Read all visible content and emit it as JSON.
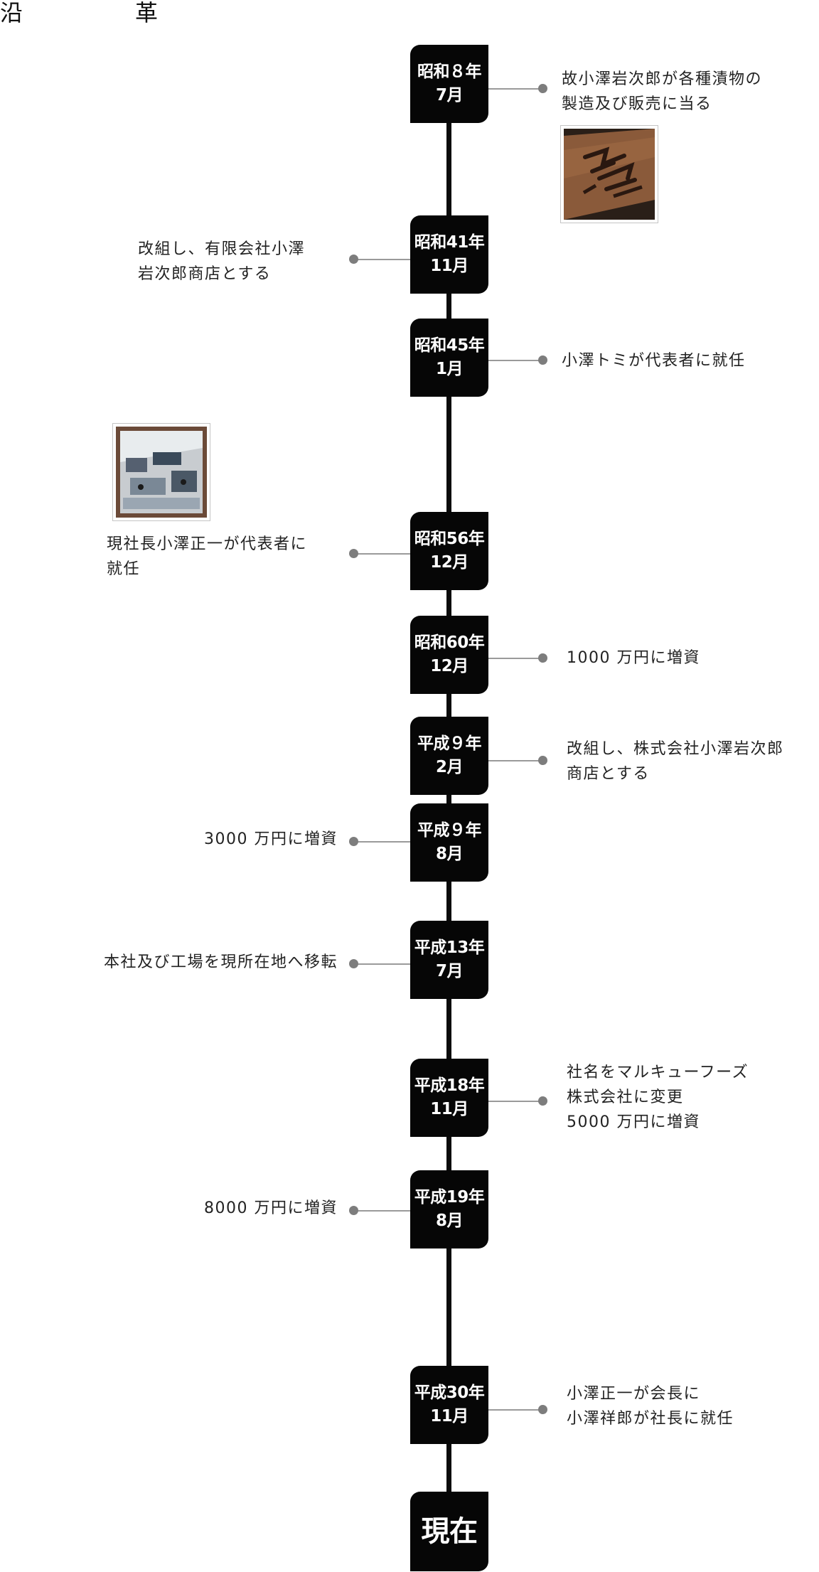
{
  "title": {
    "char1": "沿",
    "char2": "革"
  },
  "entries": [
    {
      "date_line1": "昭和８年",
      "date_line2": "7月",
      "lines": [
        "故小澤岩次郎が各種漬物の",
        "製造及び販売に当る"
      ],
      "side": "right"
    },
    {
      "date_line1": "昭和41年",
      "date_line2": "11月",
      "lines": [
        "改組し、有限会社小澤",
        "岩次郎商店とする"
      ],
      "side": "left"
    },
    {
      "date_line1": "昭和45年",
      "date_line2": "1月",
      "lines": [
        "小澤トミが代表者に就任"
      ],
      "side": "right"
    },
    {
      "date_line1": "昭和56年",
      "date_line2": "12月",
      "lines": [
        "現社長小澤正一が代表者に",
        "就任"
      ],
      "side": "left"
    },
    {
      "date_line1": "昭和60年",
      "date_line2": "12月",
      "lines": [
        "1000 万円に増資"
      ],
      "side": "right"
    },
    {
      "date_line1": "平成９年",
      "date_line2": "2月",
      "lines": [
        "改組し、株式会社小澤岩次郎",
        "商店とする"
      ],
      "side": "right"
    },
    {
      "date_line1": "平成９年",
      "date_line2": "8月",
      "lines": [
        "3000 万円に増資"
      ],
      "side": "left"
    },
    {
      "date_line1": "平成13年",
      "date_line2": "7月",
      "lines": [
        "本社及び工場を現所在地へ移転"
      ],
      "side": "left"
    },
    {
      "date_line1": "平成18年",
      "date_line2": "11月",
      "lines": [
        "社名をマルキューフーズ",
        "株式会社に変更",
        "5000 万円に増資"
      ],
      "side": "right"
    },
    {
      "date_line1": "平成19年",
      "date_line2": "8月",
      "lines": [
        "8000 万円に増資"
      ],
      "side": "left"
    },
    {
      "date_line1": "平成30年",
      "date_line2": "11月",
      "lines": [
        "小澤正一が会長に",
        "小澤祥郎が社長に就任"
      ],
      "side": "right"
    }
  ],
  "final": {
    "label": "現在"
  },
  "colors": {
    "timeline": "#0b0b0b",
    "date_box": "#060606",
    "connector": "#9a9a9a",
    "dot": "#7d7d7d",
    "text": "#222222"
  },
  "photos": [
    {
      "subject": "carved-wooden-signboard"
    },
    {
      "subject": "historic-factory-photo"
    }
  ]
}
